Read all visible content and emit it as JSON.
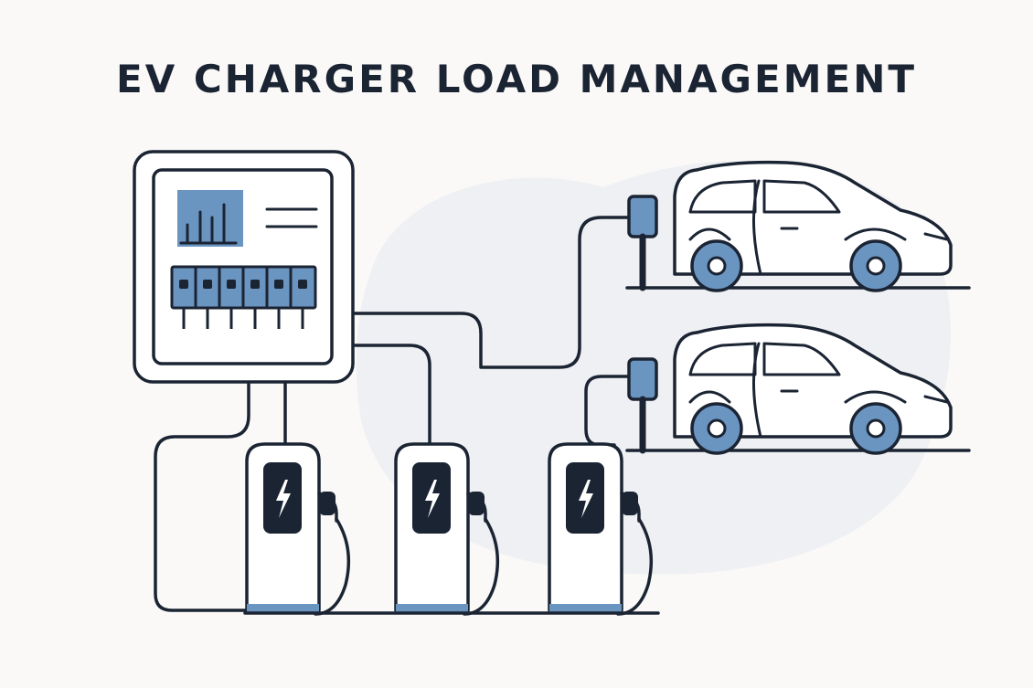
{
  "title": "EV CHARGER LOAD MANAGEMENT",
  "colors": {
    "stroke": "#1b2433",
    "accent": "#6b95c1",
    "background": "#faf9f7",
    "panel_fill": "#ffffff",
    "backdrop": "#eef0f3"
  },
  "icons": {
    "panel": "electrical-panel-icon",
    "chart": "bar-chart-icon",
    "breakers": "circuit-breaker-icon",
    "charger": "charging-station-icon",
    "bolt": "lightning-bolt-icon",
    "car": "electric-car-icon"
  },
  "diagram": {
    "charger_count": 3,
    "vehicle_count": 2,
    "breaker_count": 6
  }
}
